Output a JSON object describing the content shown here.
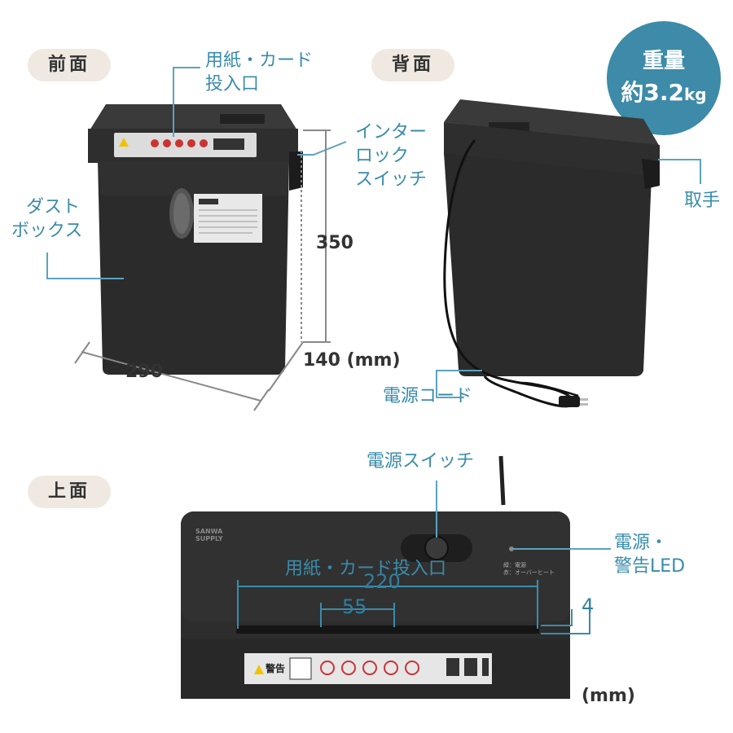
{
  "sections": {
    "front": "前面",
    "back": "背面",
    "top": "上面"
  },
  "weight": {
    "line1": "重量",
    "line2": "約3.2",
    "unit": "kg"
  },
  "front_labels": {
    "slot_line1": "用紙・カード",
    "slot_line2": "投入口",
    "dust_line1": "ダスト",
    "dust_line2": "ボックス",
    "interlock_line1": "インター",
    "interlock_line2": "ロック",
    "interlock_line3": "スイッチ"
  },
  "back_labels": {
    "handle": "取手",
    "cord": "電源コード"
  },
  "dimensions": {
    "height": "350",
    "width": "290",
    "depth": "140 (mm)",
    "slot_width": "220",
    "card_slot_width": "55",
    "slot_gap": "4",
    "unit_bottom": "(mm)"
  },
  "top_labels": {
    "power_switch": "電源スイッチ",
    "led_line1": "電源・",
    "led_line2": "警告LED",
    "slot": "用紙・カード投入口"
  },
  "product_print": {
    "brand_line1": "SANWA",
    "brand_line2": "SUPPLY",
    "warning": "警告",
    "led_green": "緑：電源",
    "led_red": "赤：オーバーヒート"
  },
  "colors": {
    "accent": "#3d8aa9",
    "label": "#3a8cab",
    "pill_bg": "#efe9e1",
    "body": "#2b2b2b"
  }
}
